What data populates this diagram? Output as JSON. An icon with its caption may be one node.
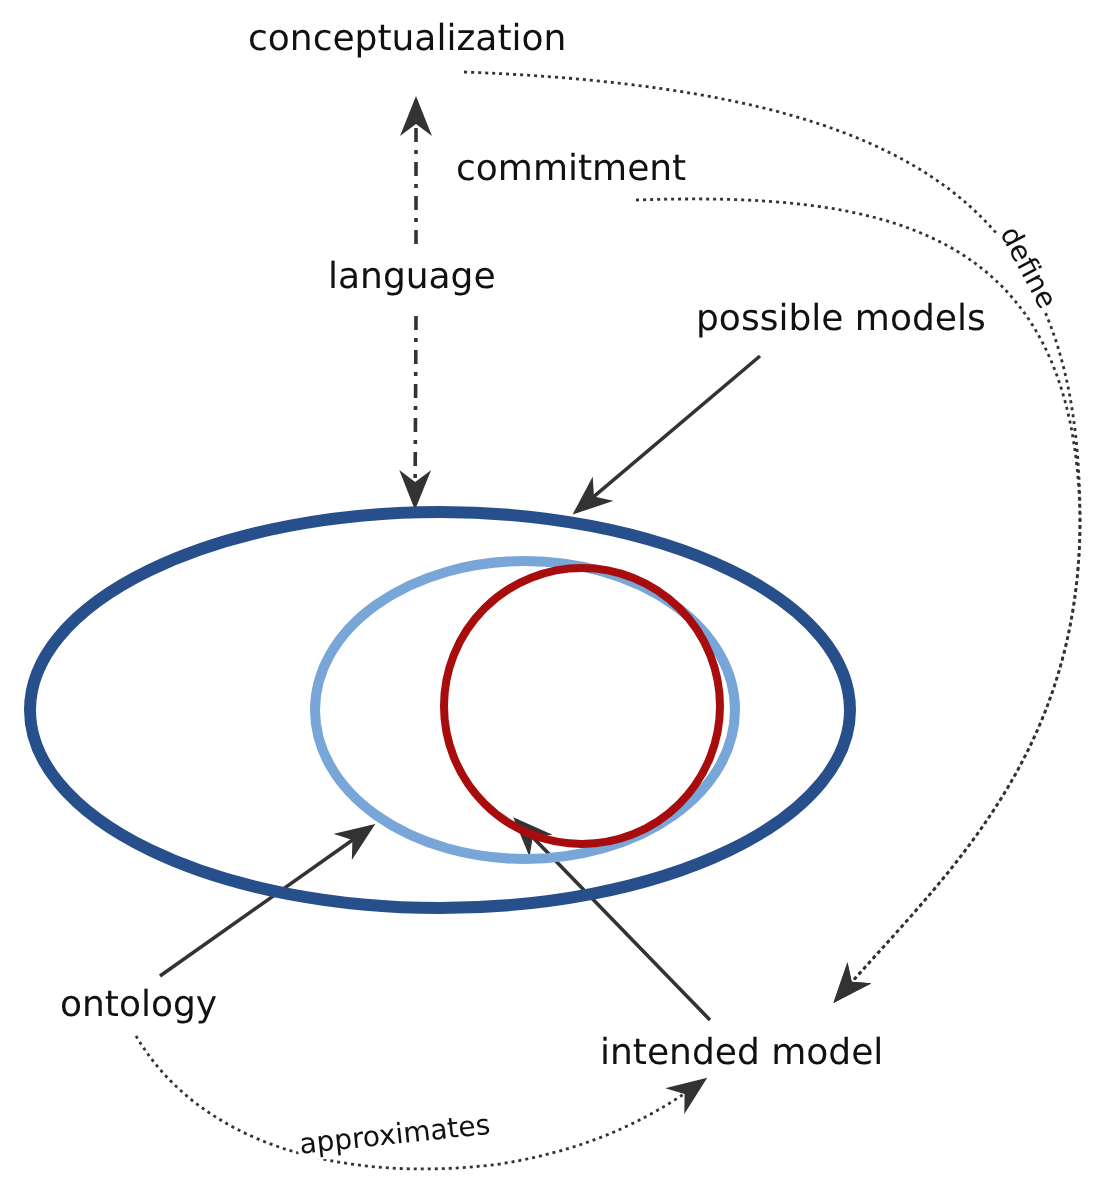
{
  "diagram": {
    "nodes": [
      {
        "text": [
          "conceptualization"
        ]
      },
      {
        "text": [
          "commitment"
        ]
      },
      {
        "text": [
          "language"
        ]
      },
      {
        "text": [
          "possible models"
        ]
      },
      {
        "text": [
          "ontology"
        ]
      },
      {
        "text": [
          "intended model"
        ]
      },
      {
        "text": [],
        "shape": "ellipse"
      },
      {
        "text": [],
        "shape": "ellipse",
        "in": 6
      },
      {
        "text": [],
        "shape": "circle",
        "in": 7
      }
    ],
    "edges": [
      {
        "from": 2,
        "to": 0,
        "arrow": "to",
        "style": "dashed"
      },
      {
        "from": 2,
        "to": 6,
        "arrow": "to",
        "style": "dashed"
      },
      {
        "from": 3,
        "to": 6,
        "arrow": "to"
      },
      {
        "from": 4,
        "to": 7,
        "arrow": "to"
      },
      {
        "from": 5,
        "to": 8,
        "arrow": "to"
      },
      {
        "from": 0,
        "to": 5,
        "arrow": "to",
        "style": "dashed",
        "label": "define"
      },
      {
        "from": 1,
        "to": 5,
        "arrow": "to",
        "style": "dashed"
      },
      {
        "from": 4,
        "to": 5,
        "arrow": "to",
        "style": "dashed",
        "label": "approximates"
      }
    ]
  }
}
